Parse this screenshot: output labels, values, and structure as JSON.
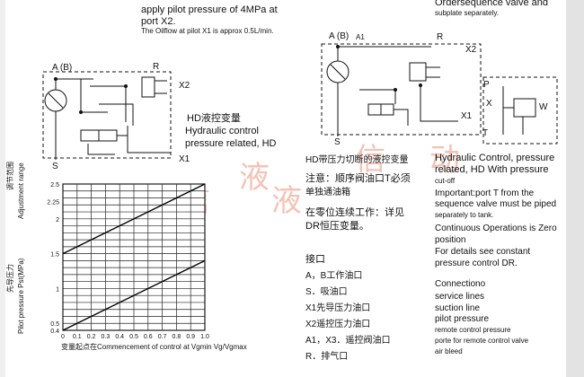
{
  "top_left": {
    "line1": "apply pilot pressure of 4MPa at",
    "line2": "port X2.",
    "line3": "The Oilflow at pilot X1 is approx 0.5L/min."
  },
  "top_right": {
    "line1": "Ordersequence valve and",
    "line2": "subplate separately."
  },
  "left_circuit": {
    "labels": [
      "A (B)",
      "R",
      "X2",
      "HD液控变量",
      "Hydraulic  control",
      "pressure related, HD",
      "X1",
      "S"
    ]
  },
  "right_circuit": {
    "labels": [
      "A (B)",
      "A1",
      "R",
      "X2",
      "X1",
      "S",
      "P",
      "X",
      "W",
      "T"
    ]
  },
  "chart": {
    "ylabel_cn_top": "调节范围",
    "ylabel_en_top": "Adjustment range",
    "ylabel_cn_bottom": "先导压力",
    "ylabel_en_bottom": "Pilot pressure Pst(MPa)",
    "xlabel": "变量起点在Commencement of control at Vgmin  Vg/Vgmax"
  },
  "chart_data": {
    "type": "line",
    "x_ticks": [
      "0",
      "0.1",
      "0.2",
      "0.3",
      "0.4",
      "0.5",
      "0.6",
      "0.7",
      "0.8",
      "0.9",
      "1.0"
    ],
    "y_ticks": [
      "0.4",
      "0.5",
      "1",
      "1.5",
      "2",
      "2.25",
      "2.5"
    ],
    "series": [
      {
        "x": [
          0,
          1.0
        ],
        "y": [
          1.5,
          2.5
        ]
      },
      {
        "x": [
          0,
          1.0
        ],
        "y": [
          0.4,
          1.4
        ]
      }
    ],
    "xlim": [
      0,
      1.0
    ],
    "ylim": [
      0.4,
      2.5
    ],
    "grid": true
  },
  "right_text": {
    "cn1": "HD带压力切断的液控变量",
    "en1a": "Hydraulic Control, pressure",
    "en1b": "related, HD With pressure",
    "en1c": "cut-off",
    "note_cn1": "注意：顺序阀油口T必须",
    "note_cn2": "单独通油箱",
    "imp1": "Important:port T from the",
    "imp2": "sequence valve must be piped",
    "imp3": "separately to tank.",
    "cont_cn1": "在零位连续工作：详见",
    "cont_cn2": "DR恒压变量。",
    "cont_en1": "Continuous Operations is Zero",
    "cont_en2": "position",
    "cont_en3": "For details see constant",
    "cont_en4": "pressure control DR."
  },
  "ports": {
    "title_cn": "接口",
    "title_en": "Connectiono",
    "items": [
      {
        "cn": "A，B工作油口",
        "en": "service lines"
      },
      {
        "cn": "S．吸油口",
        "en": "suction line"
      },
      {
        "cn": "X1先导压力油口",
        "en": "pilot pressure"
      },
      {
        "cn": "X2遥控压力油口",
        "en": "remote control pressure"
      },
      {
        "cn": "A1，X3．遥控阀油口",
        "en": "porte for remote control valve"
      },
      {
        "cn": "R．排气口",
        "en": "air bleed"
      }
    ]
  },
  "watermark": [
    "液",
    "信",
    "液",
    "信",
    "动"
  ]
}
